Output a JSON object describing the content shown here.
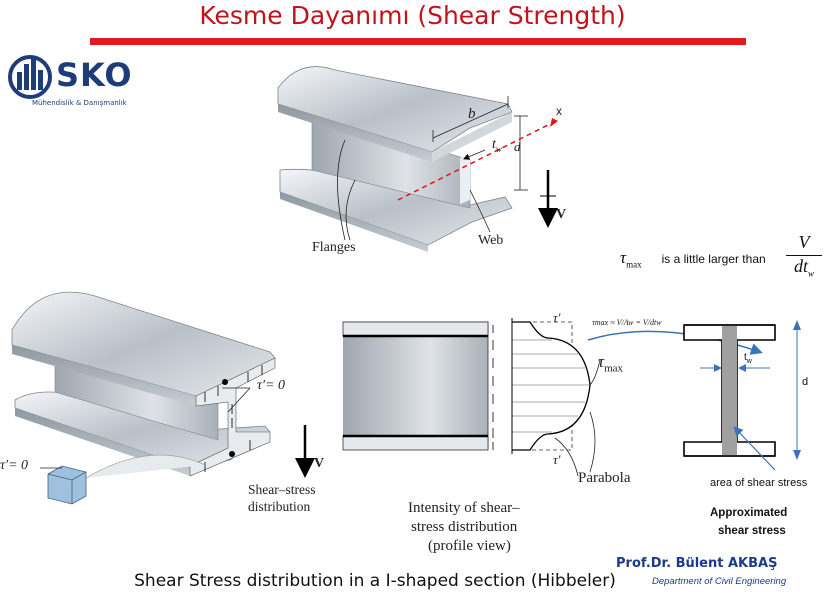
{
  "slide": {
    "title": "Kesme Dayanımı (Shear Strength)",
    "caption": "Shear Stress distribution in a I-shaped section (Hibbeler)",
    "author": "Prof.Dr. Bülent AKBAŞ",
    "department": "Department of Civil Engineering"
  },
  "logo": {
    "name": "SKO",
    "subtitle": "Mühendislik & Danışmanlık"
  },
  "top_figure": {
    "b_label": "b",
    "tw_label": "t",
    "tw_sub": "w",
    "d_label": "d",
    "x_label": "x",
    "v_label": "V",
    "flanges_label": "Flanges",
    "web_label": "Web"
  },
  "comparison": {
    "tau_symbol": "τ",
    "tau_sub": "max",
    "text": "is a little larger than",
    "numerator": "V",
    "denominator": "dt",
    "denominator_sub": "w"
  },
  "left_figure": {
    "tau_prime_zero_1": "τ′= 0",
    "tau_prime_zero_2": "τ′= 0",
    "v_label": "V",
    "dist_label_1": "Shear–stress",
    "dist_label_2": "distribution"
  },
  "middle_figure": {
    "tau_prime_top": "τ′",
    "tau_prime_bottom": "τ′",
    "tau_max": "τ",
    "tau_max_sub": "max",
    "parabola_label": "Parabola",
    "intensity_1": "Intensity of shear–",
    "intensity_2": "stress distribution",
    "intensity_3": "(profile view)",
    "formula": "τmax ≈ V/Aw = V/dtw"
  },
  "right_figure": {
    "tw_label": "t",
    "tw_sub": "w",
    "d_label": "d",
    "area_label": "area of shear stress",
    "approx_1": "Approximated",
    "approx_2": "shear stress"
  },
  "colors": {
    "title_red": "#c0141c",
    "bar_red": "#e01a22",
    "logo_blue": "#1d3c79",
    "author_blue": "#1b3a8a",
    "arrow_blue": "#3b73b8"
  }
}
